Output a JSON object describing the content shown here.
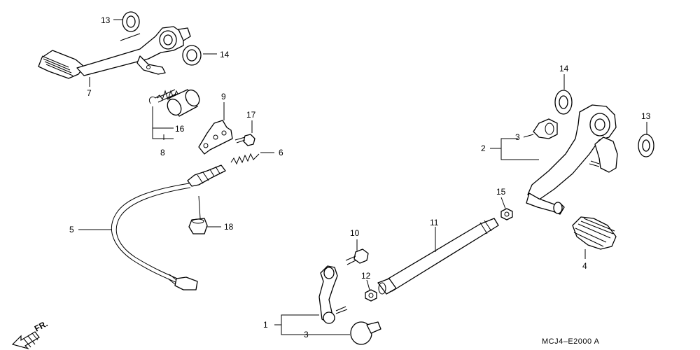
{
  "diagram": {
    "callouts": {
      "c13a": "13",
      "c14a": "14",
      "c7": "7",
      "c16": "16",
      "c8": "8",
      "c9": "9",
      "c17": "17",
      "c6": "6",
      "c5": "5",
      "c18": "18",
      "c10": "10",
      "c12": "12",
      "c11": "11",
      "c1": "1",
      "c3a": "3",
      "c15": "15",
      "c14b": "14",
      "c3b": "3",
      "c2": "2",
      "c13b": "13",
      "c4": "4"
    },
    "direction_label": "FR.",
    "diagram_code": "MCJ4–E2000 A"
  }
}
